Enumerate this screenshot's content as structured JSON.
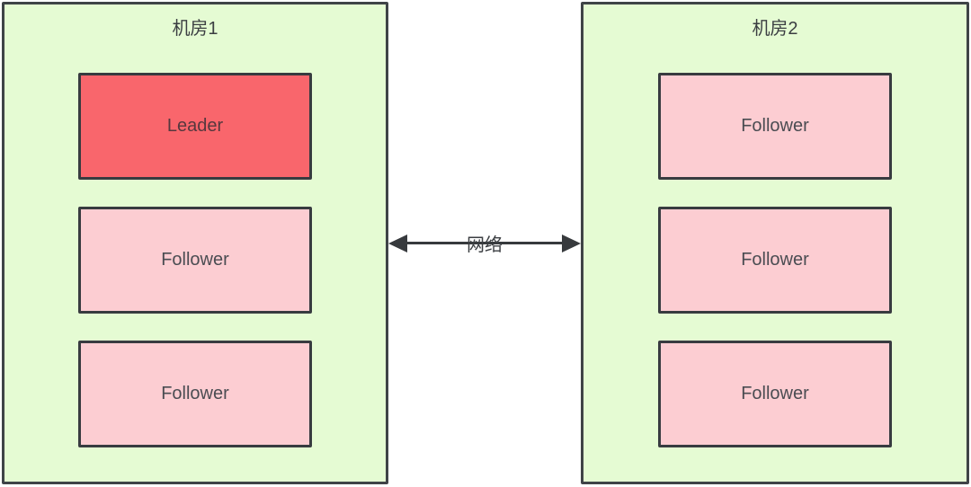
{
  "diagram": {
    "type": "distributed-cluster-topology",
    "datacenters": [
      {
        "title": "机房1",
        "nodes": [
          {
            "label": "Leader",
            "role": "leader"
          },
          {
            "label": "Follower",
            "role": "follower"
          },
          {
            "label": "Follower",
            "role": "follower"
          }
        ]
      },
      {
        "title": "机房2",
        "nodes": [
          {
            "label": "Follower",
            "role": "follower"
          },
          {
            "label": "Follower",
            "role": "follower"
          },
          {
            "label": "Follower",
            "role": "follower"
          }
        ]
      }
    ],
    "link": {
      "label": "网络",
      "style": "double-headed-arrow"
    },
    "colors": {
      "datacenter_fill": "#e5fbd3",
      "leader_fill": "#f9666c",
      "follower_fill": "#fccdd2",
      "border": "#3f4347",
      "arrow": "#373a3d",
      "text": "#3b3e42",
      "background": "#ffffff"
    }
  }
}
